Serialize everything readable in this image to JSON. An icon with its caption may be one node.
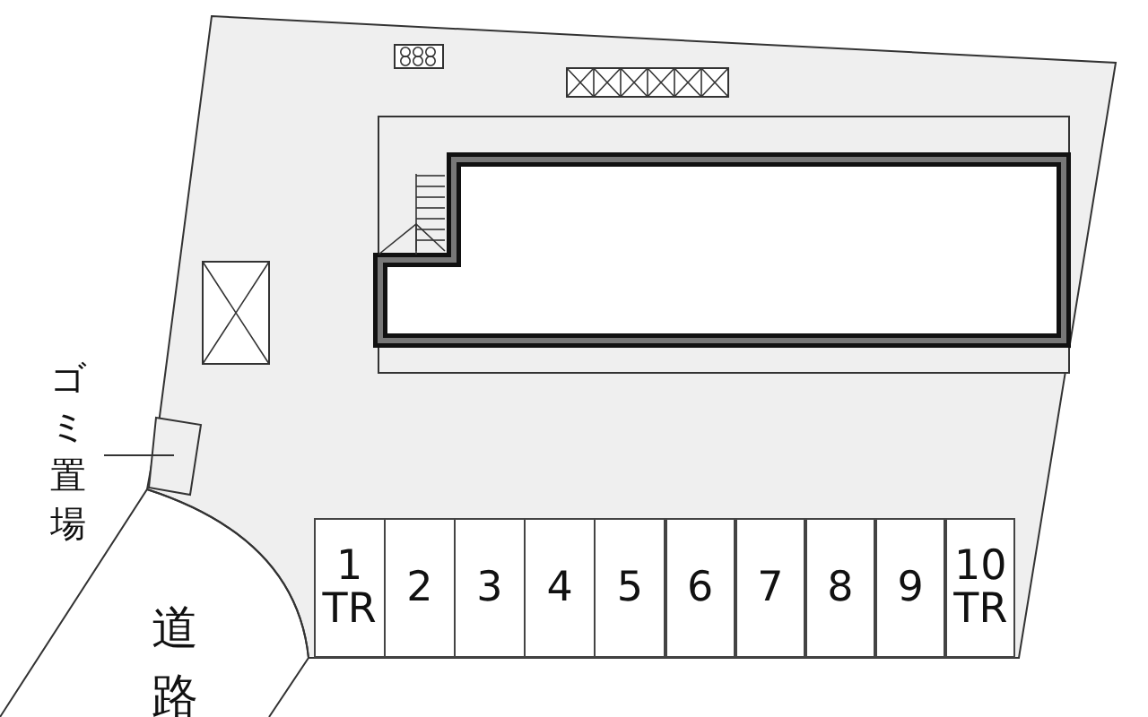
{
  "diagram": {
    "nodes": [
      {
        "text": [],
        "shape": "box"
      },
      {
        "text": [
          "ゴミ置場"
        ]
      },
      {
        "text": [
          "道路"
        ]
      },
      {
        "text": [
          "1",
          "TR"
        ]
      },
      {
        "text": [
          "2"
        ]
      },
      {
        "text": [
          "3"
        ]
      },
      {
        "text": [
          "4"
        ]
      },
      {
        "text": [
          "5"
        ]
      },
      {
        "text": [
          "6"
        ]
      },
      {
        "text": [
          "7"
        ]
      },
      {
        "text": [
          "8"
        ]
      },
      {
        "text": [
          "9"
        ]
      },
      {
        "text": [
          "10",
          "TR"
        ]
      }
    ],
    "edges": [
      {
        "from": 1,
        "to": 0,
        "arrow": "none"
      }
    ]
  }
}
